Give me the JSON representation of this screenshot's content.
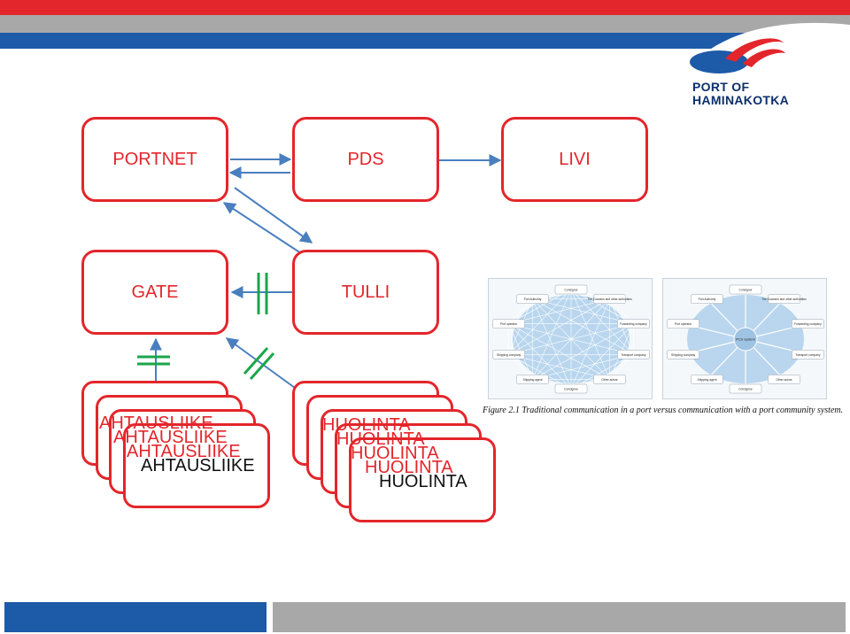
{
  "brand": {
    "logo_line1": "PORT OF",
    "logo_line2": "HAMINAKOTKA",
    "colors": {
      "red": "#e3262b",
      "blue": "#1d5aa8",
      "navy": "#0c2f6b",
      "grey": "#a8a8a8",
      "green": "#1aa64a"
    }
  },
  "boxes": {
    "portnet": "PORTNET",
    "pds": "PDS",
    "livi": "LIVI",
    "gate": "GATE",
    "tulli": "TULLI"
  },
  "stacks": {
    "ahtausliike": [
      "AHTAUSLIIKE",
      "AHTAUSLIIKE",
      "AHTAUSLIIKE",
      "AHTAUSLIIKE"
    ],
    "huolinta": [
      "HUOLINTA",
      "HUOLINTA",
      "HUOLINTA",
      "HUOLINTA",
      "HUOLINTA"
    ]
  },
  "figure": {
    "left_nodes": [
      "Consignor",
      "The Customs and other authorities",
      "Forwarding company",
      "Transport company",
      "Other actors",
      "Consignee",
      "Shipping agent",
      "Shipping company",
      "Port operator",
      "Port Authority"
    ],
    "right_center": "PCS system",
    "right_nodes": [
      "Consignor",
      "The Customs and other authorities",
      "Forwarding company",
      "Transport company",
      "Other actors",
      "Consignee",
      "Shipping agent",
      "Shipping company",
      "Port operator",
      "Port Authority"
    ],
    "caption": "Figure 2.1 Traditional communication in a port versus communication with a port community system."
  }
}
